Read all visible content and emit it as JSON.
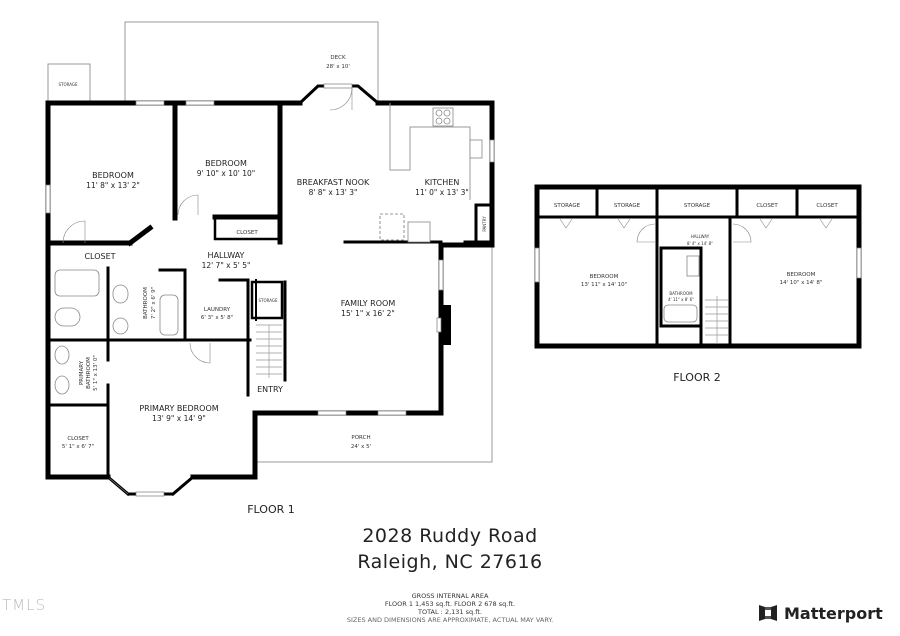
{
  "floor1": {
    "label": "FLOOR 1",
    "rooms": {
      "storage_outside": {
        "name": "STORAGE"
      },
      "deck": {
        "name": "DECK",
        "dim": "28' x 10'"
      },
      "bedroom1": {
        "name": "BEDROOM",
        "dim": "11' 8\" x 13' 2\""
      },
      "bedroom2": {
        "name": "BEDROOM",
        "dim": "9' 10\" x 10' 10\""
      },
      "closet_bed2": {
        "name": "CLOSET"
      },
      "closet_bed1": {
        "name": "CLOSET"
      },
      "breakfast_nook": {
        "name": "BREAKFAST NOOK",
        "dim": "8' 8\" x 13' 3\""
      },
      "kitchen": {
        "name": "KITCHEN",
        "dim": "11' 0\" x 13' 3\""
      },
      "pantry": {
        "name": "PANTRY"
      },
      "hallway": {
        "name": "HALLWAY",
        "dim": "12' 7\" x 5' 5\""
      },
      "bathroom": {
        "name": "BATHROOM",
        "dim": "7' 2\" x 6' 9\""
      },
      "laundry": {
        "name": "LAUNDRY",
        "dim": "6' 3\" x 5' 8\""
      },
      "storage_stair": {
        "name": "STORAGE"
      },
      "family_room": {
        "name": "FAMILY ROOM",
        "dim": "15' 1\" x 16' 2\""
      },
      "primary_bathroom": {
        "name1": "PRIMARY",
        "name2": "BATHROOM",
        "dim": "5' 1\" x 13' 0\""
      },
      "primary_bedroom": {
        "name": "PRIMARY BEDROOM",
        "dim": "13' 9\" x 14' 9\""
      },
      "primary_closet": {
        "name": "CLOSET",
        "dim": "5' 1\" x 6' 7\""
      },
      "entry": {
        "name": "ENTRY"
      },
      "porch": {
        "name": "PORCH",
        "dim": "24' x 5'"
      }
    }
  },
  "floor2": {
    "label": "FLOOR 2",
    "rooms": {
      "storage1": {
        "name": "STORAGE"
      },
      "storage2": {
        "name": "STORAGE"
      },
      "storage3": {
        "name": "STORAGE"
      },
      "closet1": {
        "name": "CLOSET"
      },
      "closet2": {
        "name": "CLOSET"
      },
      "bedroom_left": {
        "name": "BEDROOM",
        "dim": "13' 11\" x 14' 10\""
      },
      "hallway": {
        "name": "HALLWAY",
        "dim": "8' 4\" x 14' 8\""
      },
      "bathroom": {
        "name": "BATHROOM",
        "dim": "4' 11\" x 8' 6\""
      },
      "bedroom_right": {
        "name": "BEDROOM",
        "dim": "14' 10\" x 14' 8\""
      }
    }
  },
  "address": {
    "line1": "2028 Ruddy Road",
    "line2": "Raleigh, NC 27616"
  },
  "area": {
    "title": "GROSS INTERNAL AREA",
    "floors": "FLOOR 1 1,453 sq.ft.   FLOOR 2 678 sq.ft.",
    "total": "TOTAL :  2,131 sq.ft.",
    "disclaimer": "SIZES AND DIMENSIONS ARE APPROXIMATE, ACTUAL MAY VARY."
  },
  "watermark": "TMLS",
  "brand": {
    "name": "Matterport",
    "icon": "matterport-logo-icon"
  }
}
